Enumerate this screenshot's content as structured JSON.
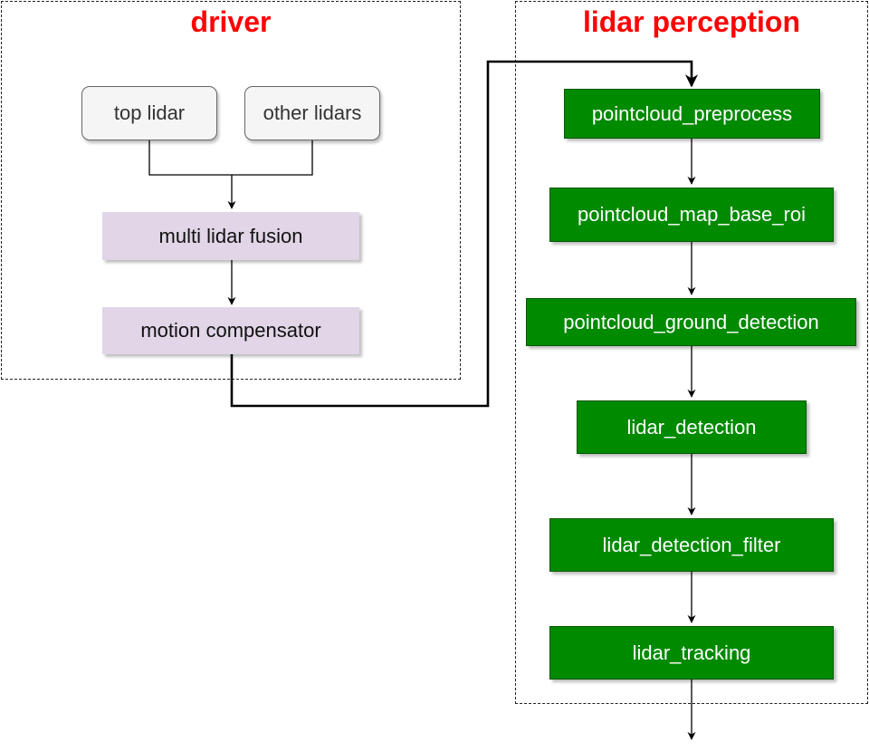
{
  "groups": {
    "driver": {
      "title": "driver"
    },
    "lidar_perception": {
      "title": "lidar perception"
    }
  },
  "driver_nodes": {
    "top_lidar": "top lidar",
    "other_lidars": "other lidars",
    "fusion": "multi lidar fusion",
    "compensator": "motion compensator"
  },
  "perception_nodes": {
    "preprocess": "pointcloud_preprocess",
    "map_base_roi": "pointcloud_map_base_roi",
    "ground_detection": "pointcloud_ground_detection",
    "detection": "lidar_detection",
    "detection_filter": "lidar_detection_filter",
    "tracking": "lidar_tracking"
  },
  "colors": {
    "group_title": "#ff0000",
    "driver_input_fill": "#f5f5f5",
    "driver_process_fill": "#e1d5e7",
    "perception_fill": "#008a00",
    "perception_text": "#ffffff"
  }
}
